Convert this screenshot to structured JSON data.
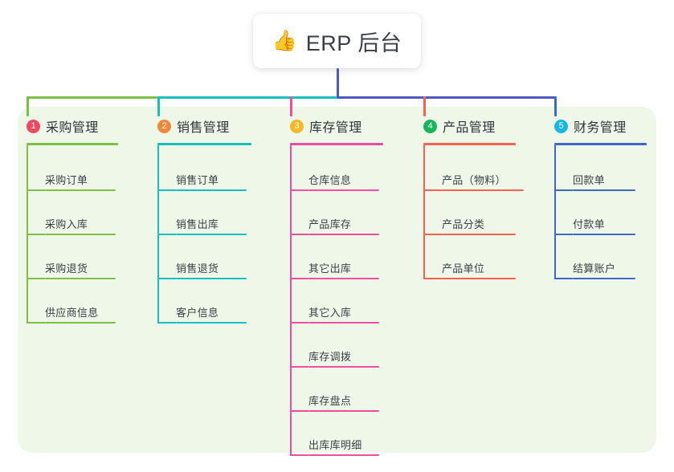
{
  "page": {
    "background": "#ffffff",
    "panel_color": "#eff7e9"
  },
  "root": {
    "emoji": "👍",
    "emoji_name": "thumbs-up-emoji",
    "title": "ERP 后台",
    "connector_color": "#4f59c4"
  },
  "columns": [
    {
      "index": "1",
      "title": "采购管理",
      "badge_color": "#f04a63",
      "line_color": "#7cc043",
      "items": [
        {
          "label": "采购订单"
        },
        {
          "label": "采购入库"
        },
        {
          "label": "采购退货"
        },
        {
          "label": "供应商信息"
        }
      ]
    },
    {
      "index": "2",
      "title": "销售管理",
      "badge_color": "#f0873a",
      "line_color": "#17bfbc",
      "items": [
        {
          "label": "销售订单"
        },
        {
          "label": "销售出库"
        },
        {
          "label": "销售退货"
        },
        {
          "label": "客户信息"
        }
      ]
    },
    {
      "index": "3",
      "title": "库存管理",
      "badge_color": "#f5b928",
      "line_color": "#ef4da0",
      "items": [
        {
          "label": "仓库信息"
        },
        {
          "label": "产品库存"
        },
        {
          "label": "其它出库"
        },
        {
          "label": "其它入库"
        },
        {
          "label": "库存调拨"
        },
        {
          "label": "库存盘点"
        },
        {
          "label": "出库库明细"
        }
      ]
    },
    {
      "index": "4",
      "title": "产品管理",
      "badge_color": "#17b65a",
      "line_color": "#f8604f",
      "items": [
        {
          "label": "产品（物料）"
        },
        {
          "label": "产品分类"
        },
        {
          "label": "产品单位"
        }
      ]
    },
    {
      "index": "5",
      "title": "财务管理",
      "badge_color": "#17b6e0",
      "line_color": "#3f68c8",
      "items": [
        {
          "label": "回款单"
        },
        {
          "label": "付款单"
        },
        {
          "label": "结算账户"
        }
      ]
    }
  ]
}
